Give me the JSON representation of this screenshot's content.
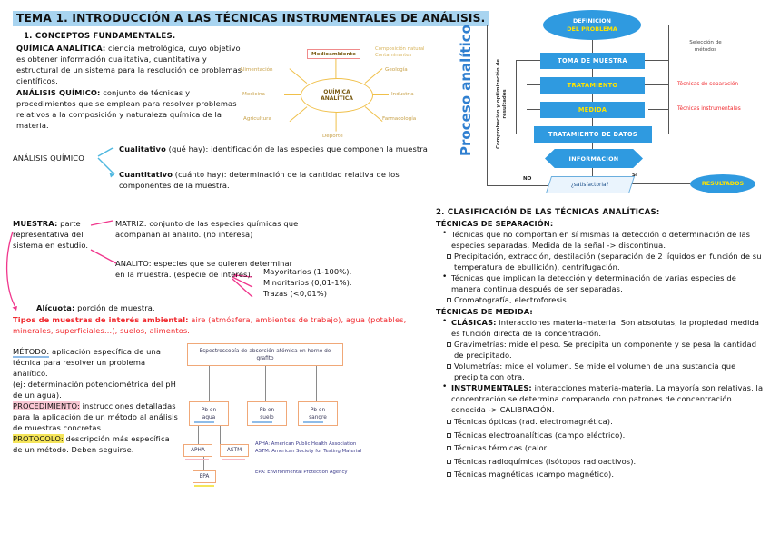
{
  "title": "TEMA 1. INTRODUCCIÓN A LAS TÉCNICAS INSTRUMENTALES DE ANÁLISIS.",
  "section1": {
    "heading": "1.  CONCEPTOS FUNDAMENTALES.",
    "quimica_analitica_label": "QUÍMICA ANALÍTICA:",
    "quimica_analitica_text": " ciencia metrológica, cuyo objetivo es obtener información cualitativa, cuantitativa y estructural de un sistema para la resolución de problemas científicos.",
    "analisis_quimico_label": "ANÁLISIS QUÍMICO:",
    "analisis_quimico_text": " conjunto de técnicas y procedimientos que se emplean para resolver problemas relativos a la composición y naturaleza química de la materia.",
    "branch_label": "ANÁLISIS QUÍMICO",
    "cualitativo_label": "Cualitativo",
    "cualitativo_text": " (qué hay): identificación de las especies que componen la muestra",
    "cuantitativo_label": "Cuantitativo",
    "cuantitativo_text": " (cuánto hay): determinación de la cantidad relativa de los componentes de la muestra."
  },
  "mindmap": {
    "center_line1": "QUÍMICA",
    "center_line2": "ANALÍTICA",
    "nodes": [
      {
        "label": "Medioambiente"
      },
      {
        "label": "Alimentación"
      },
      {
        "label": "Geología"
      },
      {
        "label": "Medicina"
      },
      {
        "label": "Industria"
      },
      {
        "label": "Agricultura"
      },
      {
        "label": "Farmacología"
      },
      {
        "label": "Deporte"
      }
    ],
    "note_line1": "Composición natural",
    "note_line2": "Contaminantes",
    "highlight_color": "#f08b8b",
    "line_color": "#f0c04a"
  },
  "muestra": {
    "muestra_label": "MUESTRA:",
    "muestra_text": " parte representativa del sistema en estudio.",
    "matriz_label": "MATRIZ:",
    "matriz_text": " conjunto de las especies químicas que acompañan al analito. (no interesa)",
    "analito_label": "ANALITO:",
    "analito_text": " especies que se quieren determinar en la muestra. (especie de interés).",
    "levels": [
      "Mayoritarios (1-100%).",
      "Minoritarios (0,01-1%).",
      "Trazas (<0,01%)"
    ],
    "alicuota_label": "Alícuota:",
    "alicuota_text": " porción de muestra.",
    "tipos_label": "Tipos de muestras de interés ambiental:",
    "tipos_text": " aire (atmósfera, ambientes de trabajo), agua (potables, minerales, superficiales…), suelos, alimentos.",
    "arrow_color": "#f0368c"
  },
  "metodo": {
    "metodo_label": "MÉTODO:",
    "metodo_text": " aplicación específica de una técnica para resolver un problema analítico.",
    "ejemplo": "(ej: determinación potenciométrica del pH de un agua).",
    "procedimiento_label": "PROCEDIMIENTO:",
    "procedimiento_text": " instrucciones detalladas para la aplicación de un método al análisis de muestras concretas.",
    "protocolo_label": "PROTOCOLO:",
    "protocolo_text": " descripción más específica de un método. Deben seguirse."
  },
  "tree": {
    "root": "Espectroscopía de absorción atómica en horno de grafito",
    "children": [
      {
        "line1": "Pb en",
        "line2": "agua"
      },
      {
        "line1": "Pb en",
        "line2": "suelo"
      },
      {
        "line1": "Pb en",
        "line2": "sangre"
      }
    ],
    "leaves": [
      "APHA",
      "ASTM",
      "EPA"
    ],
    "legend": [
      "APHA: American Public Health Association",
      "ASTM: American Society for Testing Material",
      "EPA: Environmental Protection Agency"
    ],
    "box_border": "#f0a878"
  },
  "flowchart": {
    "vertical_title": "Proceso analítico",
    "vertical_sub_line1": "Comprobación y optimización de",
    "vertical_sub_line2": "resultados",
    "start": {
      "line1": "DEFINICION",
      "line2": "DEL PROBLEMA"
    },
    "steps": [
      "TOMA DE MUESTRA",
      "TRATAMIENTO",
      "MEDIDA",
      "TRATAMIENTO DE DATOS"
    ],
    "info": "INFORMACION",
    "decision": "¿satisfactoria?",
    "result": "RESULTADOS",
    "label_no": "NO",
    "label_si": "SI",
    "right_note_line1": "Selección de",
    "right_note_line2": "métodos",
    "red_notes": [
      "Técnicas de separación",
      "Técnicas instrumentales"
    ],
    "box_color": "#2f9ae0",
    "accent_yellow": "#ffe400"
  },
  "section2": {
    "heading": "2.  CLASIFICACIÓN DE LAS TÉCNICAS ANALÍTICAS:",
    "separacion_heading": "TÉCNICAS DE SEPARACIÓN:",
    "sep_bullet1": "Técnicas que no comportan en sí mismas la detección o determinación de las especies separadas. Medida de la señal -> discontinua.",
    "sep_sub1": "Precipitación, extracción, destilación (separación de 2 líquidos en función de su temperatura de ebullición), centrifugación.",
    "sep_bullet2": "Técnicas que implican la detección y determinación de varias especies de manera continua después de ser separadas.",
    "sep_sub2": "Cromatografía, electroforesis.",
    "medida_heading": "TÉCNICAS DE MEDIDA:",
    "clasicas_label": "CLÁSICAS:",
    "clasicas_text": " interacciones materia-materia. Son absolutas, la propiedad medida es función directa de la concentración.",
    "clasicas_subs": [
      "Gravimetrías: mide el peso. Se precipita un componente y se pesa la cantidad de precipitado.",
      "Volumetrías: mide el volumen. Se mide el volumen de una sustancia que precipita con otra."
    ],
    "instrumentales_label": "INSTRUMENTALES:",
    "instrumentales_text": " interacciones materia-materia. La mayoría son relativas, la concentración se determina comparando con patrones de concentración conocida -> CALIBRACIÓN.",
    "instrumentales_subs": [
      "Técnicas ópticas (rad. electromagnética).",
      "Técnicas electroanalíticas (campo eléctrico).",
      "Técnicas térmicas (calor.",
      "Técnicas radioquímicas (isótopos radioactivos).",
      "Técnicas magnéticas (campo magnético)."
    ]
  }
}
